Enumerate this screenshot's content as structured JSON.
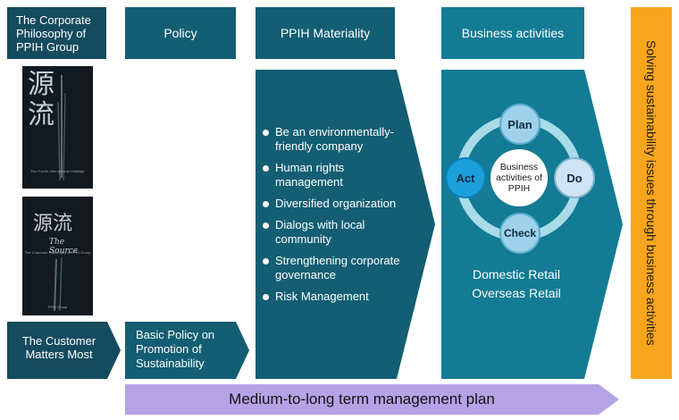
{
  "headers": {
    "philosophy": "The Corporate Philosophy of PPIH Group",
    "policy": "Policy",
    "materiality": "PPIH Materiality",
    "business": "Business activities"
  },
  "books": {
    "book1": {
      "title": "源流",
      "publisher": "Pan Pacific International Holdings"
    },
    "book2": {
      "title": "源流",
      "subtitle": "The Source",
      "tagline": "The Corporate Philosophy of PPIH Group",
      "publisher": "PPIH Group"
    }
  },
  "customer": "The Customer Matters Most",
  "basic_policy": "Basic Policy on Promotion of Sustainability",
  "materiality_items": [
    "Be an environmentally-friendly company",
    "Human rights management",
    "Diversified organization",
    "Dialogs with local community",
    "Strengthening corporate governance",
    "Risk Management"
  ],
  "cycle": {
    "center": "Business activities of PPIH",
    "plan": "Plan",
    "do": "Do",
    "check": "Check",
    "act": "Act"
  },
  "retail": {
    "domestic": "Domestic Retail",
    "overseas": "Overseas Retail"
  },
  "solving": "Solving sustainability issues through business activities",
  "plan_bar": "Medium-to-long term management plan",
  "colors": {
    "dark": "#154b5e",
    "mid": "#135e73",
    "teal": "#137b93",
    "orange": "#f7a51d",
    "lavender": "#b5a3e6",
    "ring": "#a9dbe9",
    "light_circle": "#9fd2ea",
    "act_blue": "#1ba0dc"
  }
}
